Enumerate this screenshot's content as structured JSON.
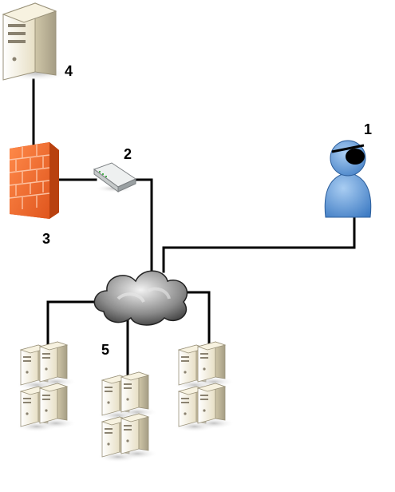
{
  "diagram": {
    "nodes": [
      {
        "id": "attacker",
        "icon": "hacker-person-icon",
        "label": "1"
      },
      {
        "id": "switch",
        "icon": "network-switch-icon",
        "label": "2"
      },
      {
        "id": "firewall",
        "icon": "firewall-brick-icon",
        "label": "3"
      },
      {
        "id": "server",
        "icon": "tower-server-icon",
        "label": "4"
      },
      {
        "id": "cloud",
        "icon": "network-cloud-icon",
        "label": "5"
      },
      {
        "id": "cluster-left",
        "icon": "server-cluster-icon"
      },
      {
        "id": "cluster-middle",
        "icon": "server-cluster-icon"
      },
      {
        "id": "cluster-right",
        "icon": "server-cluster-icon"
      }
    ],
    "colors": {
      "line": "#000000",
      "firewall": "#f06a2c",
      "person": "#6a9fd8",
      "cloud": "#8c8c8c",
      "server_case": "#ece3c6"
    }
  }
}
